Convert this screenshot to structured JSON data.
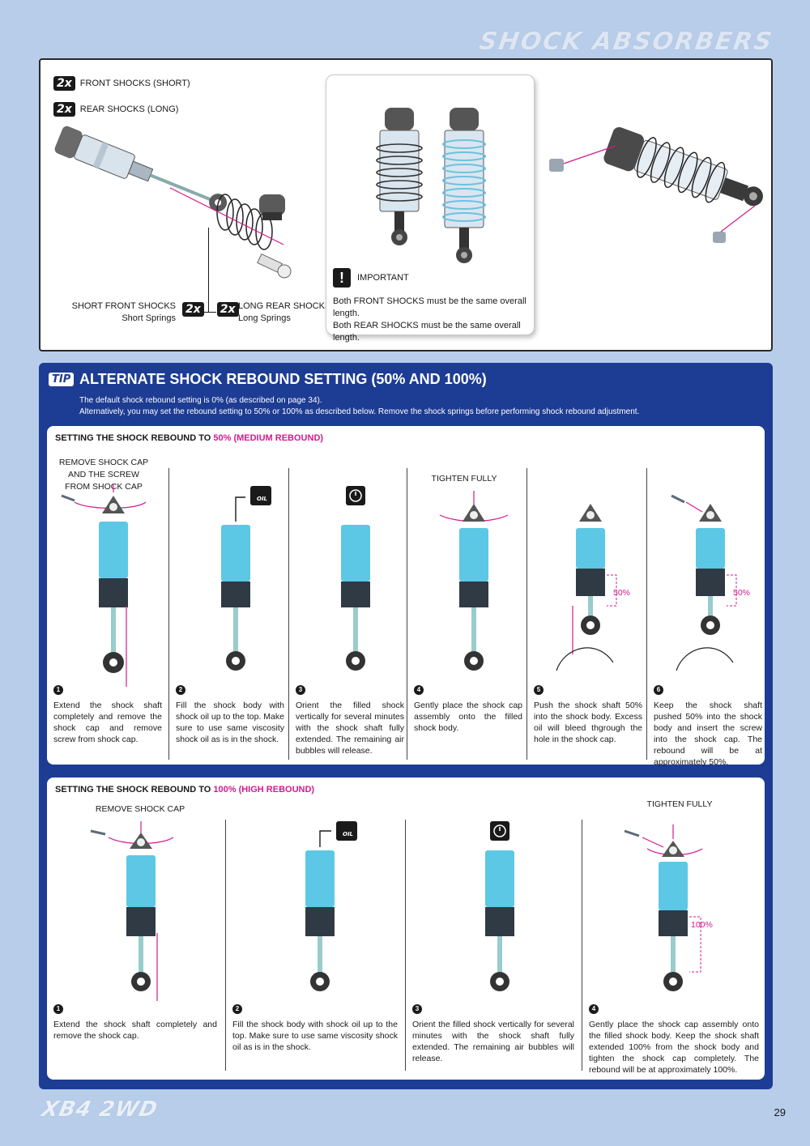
{
  "header": {
    "title": "SHOCK ABSORBERS"
  },
  "parts": {
    "badge": "2x",
    "front_label": "FRONT SHOCKS (SHORT)",
    "rear_label": "REAR SHOCKS (LONG)",
    "short_front_title": "SHORT FRONT SHOCKS",
    "short_front_sub": "Short Springs",
    "long_rear_title": "LONG REAR SHOCKS",
    "long_rear_sub": "Long Springs"
  },
  "important": {
    "label": "IMPORTANT",
    "line1": "Both FRONT SHOCKS must be the same overall length.",
    "line2": "Both REAR SHOCKS must be the same overall length."
  },
  "tip": {
    "badge": "TIP",
    "title": "ALTERNATE SHOCK REBOUND SETTING (50% AND 100%)",
    "desc1": "The default shock rebound setting is 0% (as described on page 34).",
    "desc2": "Alternatively, you may set the rebound setting to 50% or 100% as described below. Remove the shock springs before performing shock rebound adjustment."
  },
  "section50": {
    "title_prefix": "SETTING THE SHOCK REBOUND TO ",
    "title_pct": "50% (MEDIUM REBOUND)",
    "caption_remove": "REMOVE SHOCK CAP AND THE SCREW FROM SHOCK CAP",
    "caption_tighten": "TIGHTEN FULLY",
    "pct_label": "50%",
    "oil_label": "OIL",
    "steps": [
      {
        "num": "1",
        "text": "Extend the shock shaft completely and remove the shock cap and remove screw from shock cap."
      },
      {
        "num": "2",
        "text": "Fill the shock body with shock oil up to the top. Make sure to use same viscosity shock oil as is in the shock."
      },
      {
        "num": "3",
        "text": "Orient the filled shock vertically for several minutes with the shock shaft fully extended. The remaining air bubbles will release."
      },
      {
        "num": "4",
        "text": "Gently place the shock cap assembly onto the filled shock body."
      },
      {
        "num": "5",
        "text": "Push the shock shaft 50% into the shock body. Excess oil will bleed thgrough the hole in the shock cap."
      },
      {
        "num": "6",
        "text": "Keep the shock shaft pushed 50% into the shock body and insert the screw into the shock cap. The rebound will be at approximately 50%."
      }
    ]
  },
  "section100": {
    "title_prefix": "SETTING THE SHOCK REBOUND TO ",
    "title_pct": "100% (HIGH REBOUND)",
    "caption_remove": "REMOVE SHOCK CAP",
    "caption_tighten": "TIGHTEN FULLY",
    "pct_label": "100%",
    "oil_label": "OIL",
    "steps": [
      {
        "num": "1",
        "text": "Extend the shock shaft completely and remove the shock cap."
      },
      {
        "num": "2",
        "text": "Fill the shock body with shock oil up to the top. Make sure to use same viscosity shock oil as is in the shock."
      },
      {
        "num": "3",
        "text": "Orient the filled shock vertically for several minutes with the shock shaft fully extended. The remaining air bubbles will release."
      },
      {
        "num": "4",
        "text": "Gently place the shock cap assembly onto the filled shock body. Keep the shock shaft extended 100% from the shock body and tighten the shock cap completely. The rebound will be at approximately 100%."
      }
    ]
  },
  "footer": {
    "model": "XB4 2WD",
    "page": "29"
  },
  "colors": {
    "accent_magenta": "#d7188f",
    "tip_blue": "#1d3c93",
    "page_bg": "#b7cdea",
    "shock_cyan": "#5cc8e6"
  }
}
